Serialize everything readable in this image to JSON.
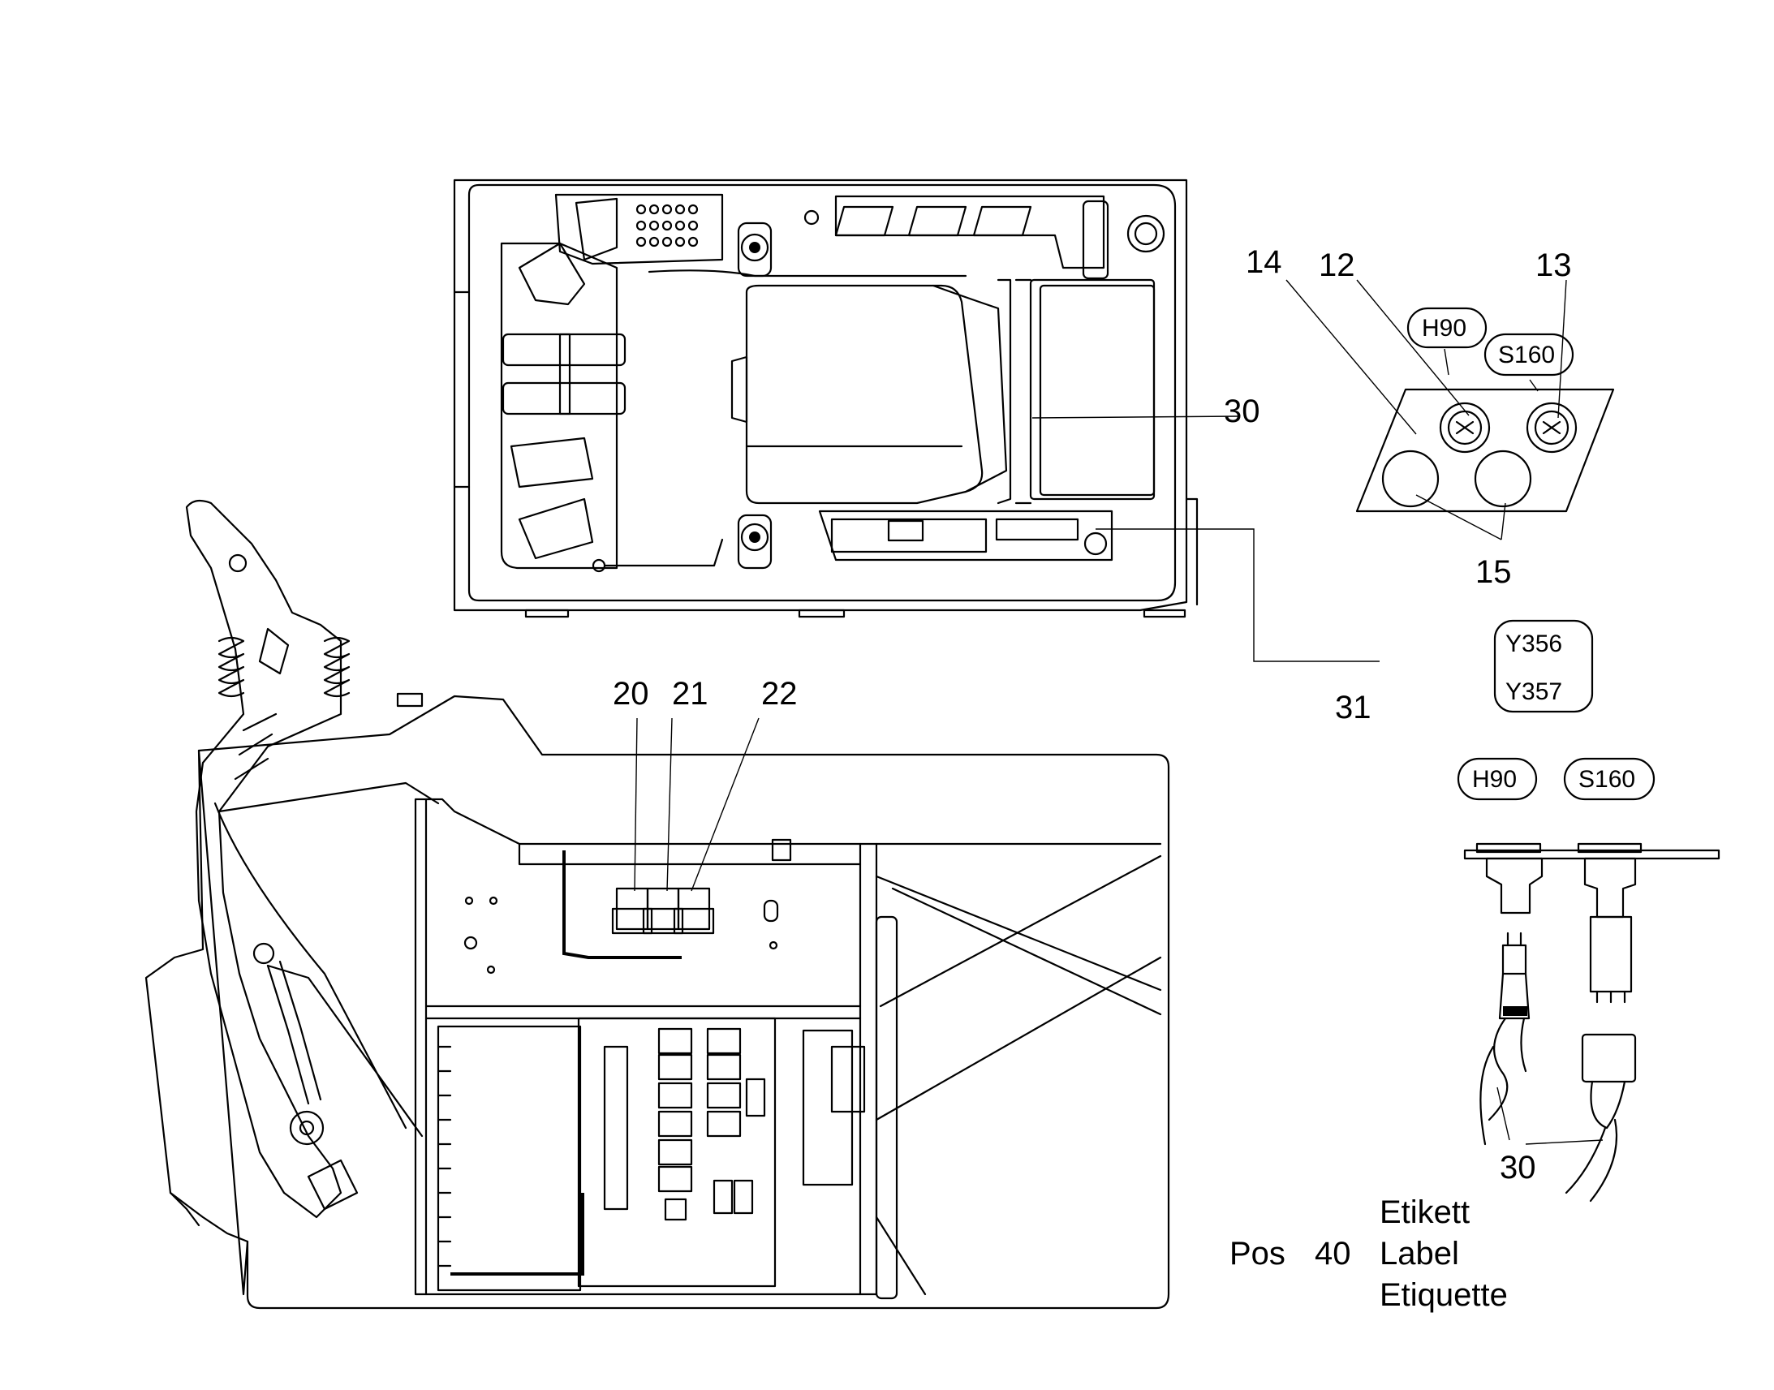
{
  "callouts": {
    "c14": "14",
    "c12": "12",
    "c13": "13",
    "c30a": "30",
    "c15": "15",
    "c31": "31",
    "c20": "20",
    "c21": "21",
    "c22": "22",
    "c30b": "30"
  },
  "tags": {
    "h90_top": "H90",
    "s160_top": "S160",
    "y356": "Y356",
    "y357": "Y357",
    "h90_side": "H90",
    "s160_side": "S160"
  },
  "position_note": {
    "pos": "Pos",
    "number": "40",
    "line1": "Etikett",
    "line2": "Label",
    "line3": "Etiquette"
  }
}
